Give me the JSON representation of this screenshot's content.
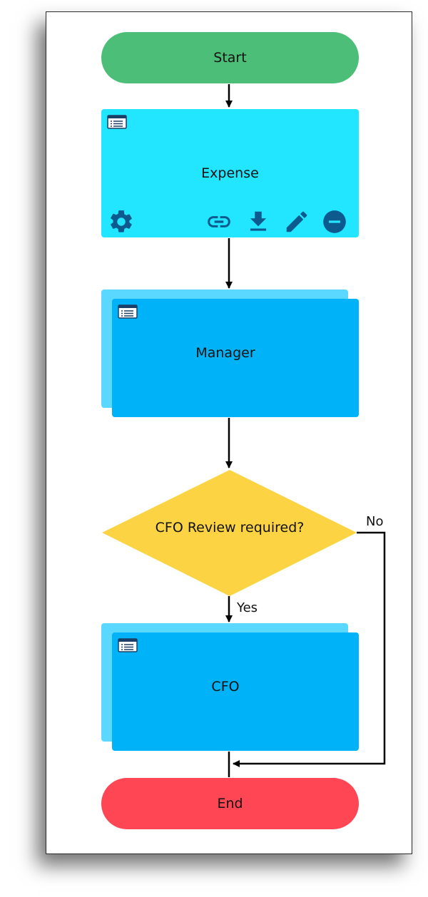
{
  "nodes": {
    "start": {
      "label": "Start",
      "color": "#4cbe78"
    },
    "expense": {
      "label": "Expense",
      "color": "#22e6ff"
    },
    "manager": {
      "label": "Manager",
      "color": "#00b2f7",
      "back_color": "#5ad8ff"
    },
    "decision": {
      "label": "CFO Review required?",
      "color": "#fcd443"
    },
    "cfo": {
      "label": "CFO",
      "color": "#00b2f7",
      "back_color": "#5ad8ff"
    },
    "end": {
      "label": "End",
      "color": "#fe4654"
    }
  },
  "edges": {
    "yes_label": "Yes",
    "no_label": "No"
  },
  "toolbar": {
    "icons": [
      "gear-icon",
      "link-icon",
      "download-icon",
      "pencil-icon",
      "minus-circle-icon"
    ],
    "icon_color": "#0d5a8e"
  }
}
